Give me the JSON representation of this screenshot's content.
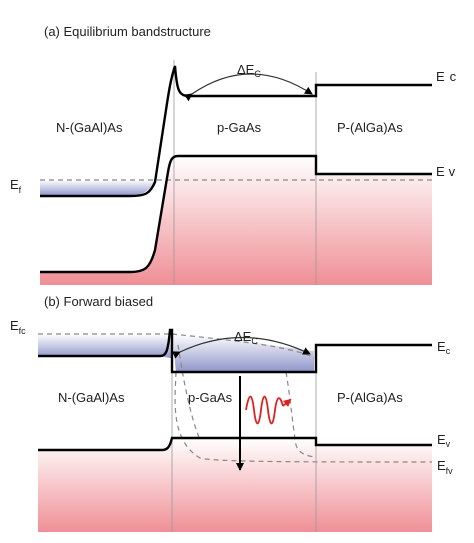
{
  "panel_a": {
    "title": "(a) Equilibrium bandstructure",
    "delta_ec": "ΔE",
    "delta_ec_sub": "C",
    "regions": [
      "N-(GaAl)As",
      "p-GaAs",
      "P-(AlGa)As"
    ],
    "ec_main": "E",
    "ec_sub": "c",
    "ev_main": "E",
    "ev_sub": "v",
    "ef_main": "E",
    "ef_sub": "f"
  },
  "panel_b": {
    "title": "(b) Forward biased",
    "delta_ec": "ΔE",
    "delta_ec_sub": "C",
    "regions": [
      "N-(GaAl)As",
      "p-GaAs",
      "P-(AlGa)As"
    ],
    "efc_main": "E",
    "efc_sub": "fc",
    "ec_main": "E",
    "ec_sub": "c",
    "ev_main": "E",
    "ev_sub": "v",
    "efv_main": "E",
    "efv_sub": "fv"
  },
  "colors": {
    "electron_fill": "#8f95c9",
    "hole_fill": "#ef8f96",
    "band_line": "#000000",
    "photon": "#e0201d"
  }
}
